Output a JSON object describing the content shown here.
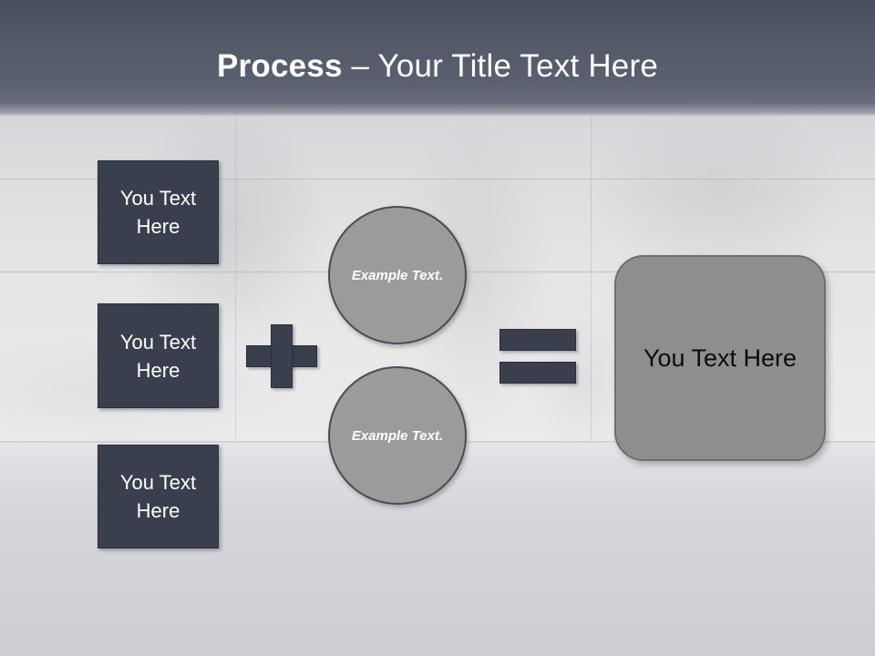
{
  "slide": {
    "title_bold": "Process",
    "title_rest": " – Your Title Text Here"
  },
  "inputs": {
    "boxes": [
      {
        "label": "You Text Here"
      },
      {
        "label": "You Text Here"
      },
      {
        "label": "You Text Here"
      }
    ]
  },
  "operators": {
    "plus": "+",
    "equals": "="
  },
  "middle": {
    "circles": [
      {
        "label": "Example Text."
      },
      {
        "label": "Example Text."
      }
    ]
  },
  "result": {
    "label": "You Text Here"
  },
  "colors": {
    "header_band": "#555a69",
    "dark_shape": "#3a3f4d",
    "circle_fill": "#9b9b9b",
    "result_fill": "#8e8e8e",
    "title_text": "#ffffff",
    "result_text": "#0c0c0c"
  }
}
